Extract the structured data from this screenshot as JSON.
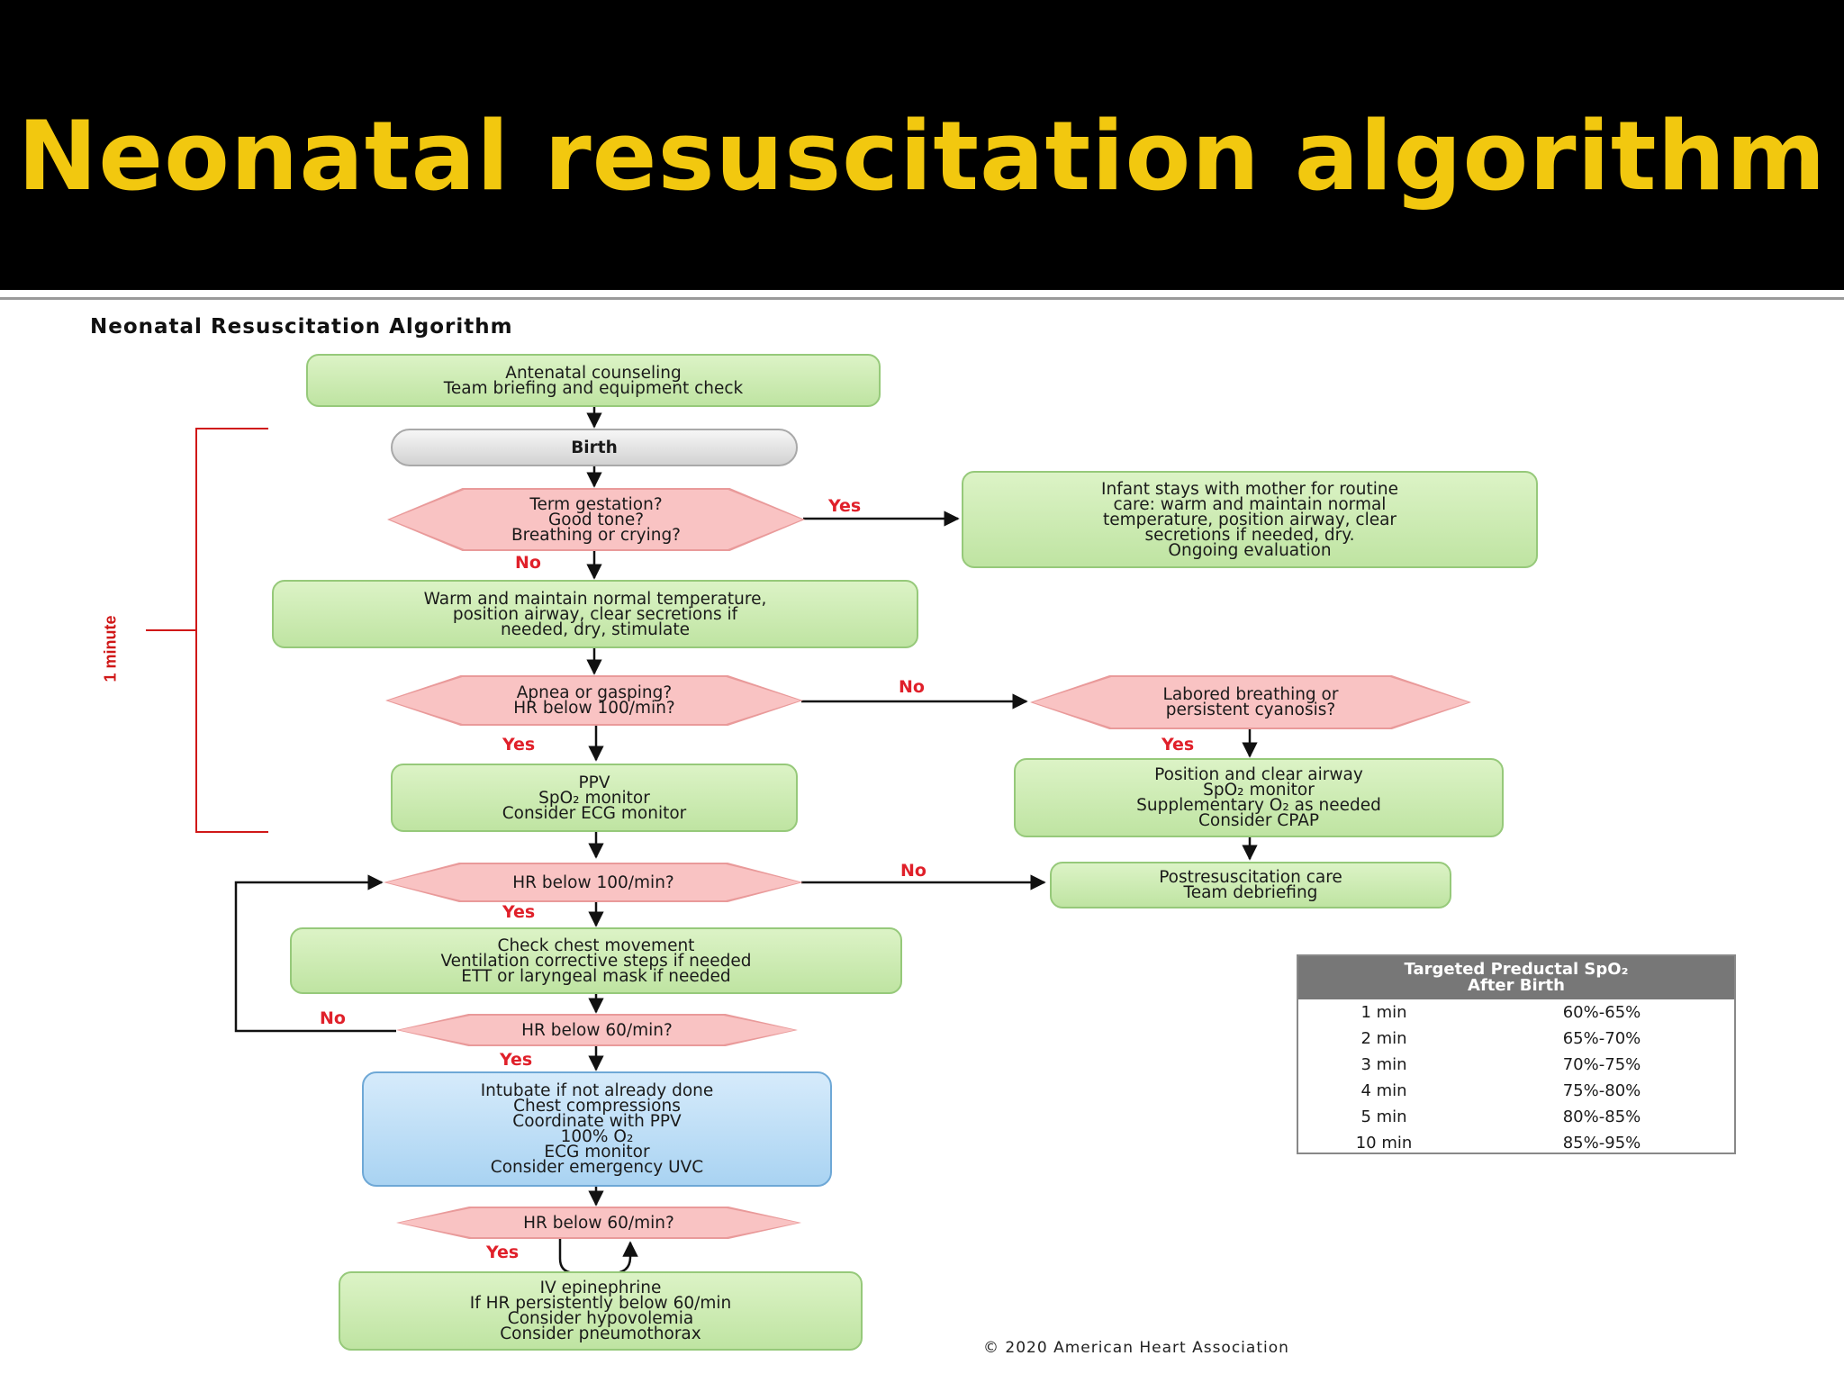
{
  "slide": {
    "title": "Neonatal resuscitation algorithm"
  },
  "diagram": {
    "heading": "Neonatal Resuscitation Algorithm",
    "time_bracket_label": "1 minute",
    "nodes": {
      "antenatal": "Antenatal counseling\nTeam briefing and equipment check",
      "birth": "Birth",
      "term_check": "Term gestation?\nGood tone?\nBreathing or crying?",
      "routine_care": "Infant stays with mother for routine\ncare: warm and maintain normal\ntemperature, position airway, clear\nsecretions if needed, dry.\nOngoing evaluation",
      "warm": "Warm and maintain normal temperature,\nposition airway, clear secretions if\nneeded, dry, stimulate",
      "apnea_check": "Apnea or gasping?\nHR below 100/min?",
      "labored_check": "Labored breathing or\npersistent cyanosis?",
      "ppv": "PPV\nSpO₂ monitor\nConsider ECG monitor",
      "position_airway": "Position and clear airway\nSpO₂ monitor\nSupplementary O₂ as needed\nConsider CPAP",
      "hr100_check": "HR below 100/min?",
      "post_care": "Postresuscitation care\nTeam debriefing",
      "chest_movement": "Check chest movement\nVentilation corrective steps if needed\nETT or laryngeal mask if needed",
      "hr60_check_1": "HR below 60/min?",
      "intubate": "Intubate if not already done\nChest compressions\nCoordinate with PPV\n100% O₂\nECG monitor\nConsider emergency UVC",
      "hr60_check_2": "HR below 60/min?",
      "epinephrine": "IV epinephrine\nIf HR persistently below 60/min\nConsider hypovolemia\nConsider pneumothorax"
    },
    "labels": {
      "term_yes": "Yes",
      "term_no": "No",
      "apnea_no": "No",
      "apnea_yes": "Yes",
      "labored_yes": "Yes",
      "hr100_no": "No",
      "hr100_yes": "Yes",
      "hr60a_no": "No",
      "hr60a_yes": "Yes",
      "hr60b_yes": "Yes"
    },
    "spo2_table": {
      "title_line1": "Targeted Preductal SpO₂",
      "title_line2": "After Birth",
      "rows": [
        {
          "time": "1 min",
          "range": "60%-65%"
        },
        {
          "time": "2 min",
          "range": "65%-70%"
        },
        {
          "time": "3 min",
          "range": "70%-75%"
        },
        {
          "time": "4 min",
          "range": "75%-80%"
        },
        {
          "time": "5 min",
          "range": "80%-85%"
        },
        {
          "time": "10 min",
          "range": "85%-95%"
        }
      ]
    },
    "copyright": "© 2020 American Heart Association",
    "colors": {
      "title": "#f2c80f",
      "box_fill": "#c9eab0",
      "decision_fill": "#f9c3c3",
      "intervention_fill": "#b9dcf6",
      "label": "#e0202a",
      "bracket": "#d01818"
    }
  }
}
